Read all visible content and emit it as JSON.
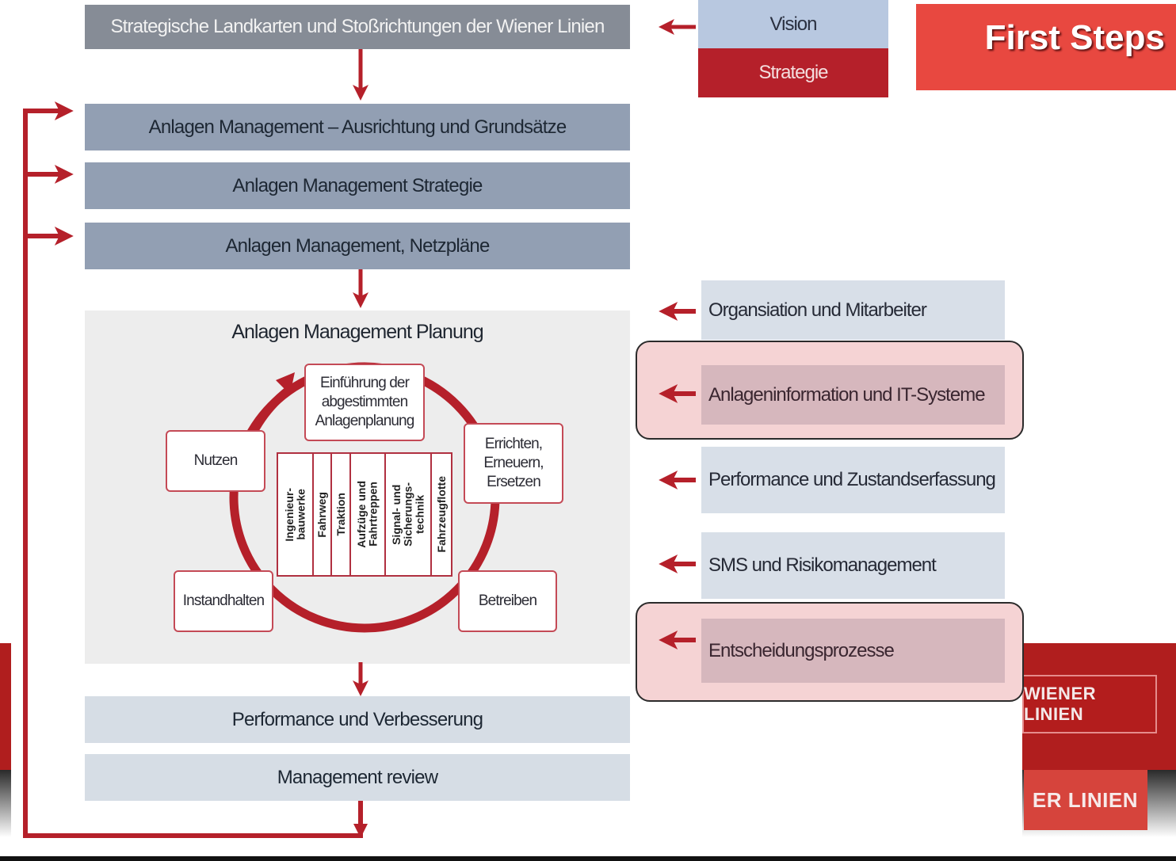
{
  "background": {
    "logo_text_1": "WIENER LINIEN",
    "logo_text_2": "ER LINIEN",
    "brand_red": "#b01e1e",
    "brand_light_red": "#d6443c"
  },
  "header": {
    "vision": "Vision",
    "strategie": "Strategie",
    "first_steps": "First Steps"
  },
  "diagram": {
    "top_bar": "Strategische Landkarten und Stoßrichtungen der Wiener Linien",
    "management_bars": [
      "Anlagen Management – Ausrichtung und Grundsätze",
      "Anlagen Management Strategie",
      "Anlagen Management, Netzpläne"
    ],
    "planning": {
      "title": "Anlagen Management Planung",
      "cycle_steps": {
        "center_top": "Einführung der abgestimmten Anlagenplanung",
        "right": "Errichten, Erneuern, Ersetzen",
        "bottom_right": "Betreiben",
        "bottom_left": "Instandhalten",
        "left": "Nutzen"
      },
      "asset_columns": [
        "Ingenieur-\nbauwerke",
        "Fahrweg",
        "Traktion",
        "Aufzüge und\nFahrtreppen",
        "Signal- und\nSicherungs-\ntechnik",
        "Fahrzeugflotte"
      ]
    },
    "bottom_bars": [
      "Performance und Verbesserung",
      "Management review"
    ]
  },
  "side_list": {
    "items": [
      {
        "label": "Organsiation und Mitarbeiter",
        "highlighted": false
      },
      {
        "label": "Anlageninformation und IT-Systeme",
        "highlighted": true
      },
      {
        "label": "Performance und Zustandserfassung",
        "highlighted": false
      },
      {
        "label": "SMS und Risikomanagement",
        "highlighted": false
      },
      {
        "label": "Entscheidungsprozesse",
        "highlighted": true
      }
    ]
  },
  "colors": {
    "arrow_red": "#b5202a",
    "highlight_fill": "#f5d3d4",
    "bar_dark": "#868c96",
    "bar_mid": "#929fb3",
    "bar_light": "#d6dde5"
  }
}
